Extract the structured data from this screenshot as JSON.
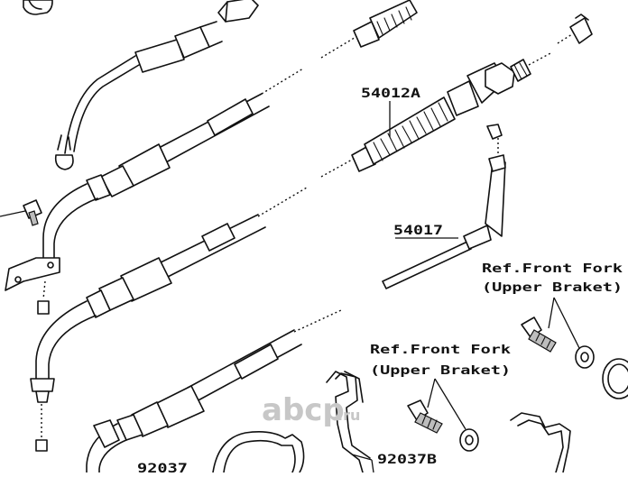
{
  "callouts": {
    "part_54012a": "54012A",
    "part_54017": "54017",
    "part_92037": "92037",
    "part_92037b": "92037B"
  },
  "reference_notes": [
    {
      "line1": "Ref.Front Fork",
      "line2": "(Upper Braket)"
    },
    {
      "line1": "Ref.Front Fork",
      "line2": "(Upper Braket)"
    }
  ],
  "watermark": {
    "text": "abcp",
    "suffix": ".ru"
  }
}
